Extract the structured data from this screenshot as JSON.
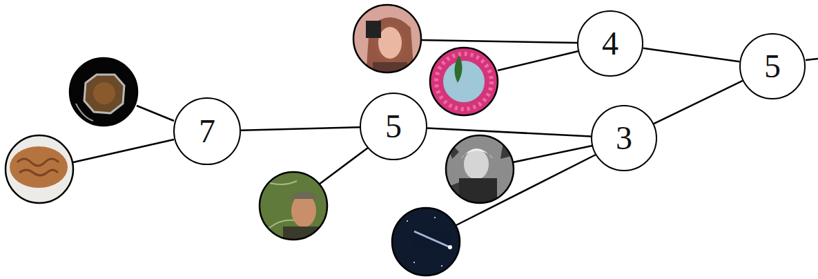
{
  "diagram": {
    "nodes": [
      {
        "text": [
          "7"
        ]
      },
      {
        "text": [
          "5"
        ]
      },
      {
        "text": [
          "4"
        ]
      },
      {
        "text": [
          "3"
        ]
      },
      {
        "text": [
          "5"
        ]
      }
    ],
    "edges": [
      {
        "from": 0,
        "to": 1,
        "arrow": "none"
      },
      {
        "from": 1,
        "to": 3,
        "arrow": "none"
      },
      {
        "from": 3,
        "to": 4,
        "arrow": "none"
      },
      {
        "from": 2,
        "to": 4,
        "arrow": "none"
      }
    ]
  }
}
